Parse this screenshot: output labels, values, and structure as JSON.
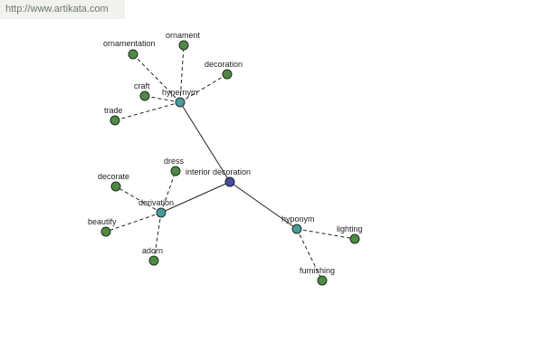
{
  "source": {
    "url_text": "http://www.artikata.com"
  },
  "colors": {
    "root": "#4a4f9a",
    "relation": "#4a9a9a",
    "leaf": "#4f8a45"
  },
  "graph": {
    "root": {
      "id": "interior-decoration",
      "label": "interior decoration"
    },
    "relations": [
      {
        "id": "hypernym",
        "label": "hypernym"
      },
      {
        "id": "derivation",
        "label": "derivation"
      },
      {
        "id": "hyponym",
        "label": "hyponym"
      }
    ],
    "leaves": [
      {
        "id": "ornamentation",
        "label": "ornamentation",
        "relation": "hypernym"
      },
      {
        "id": "ornament",
        "label": "ornament",
        "relation": "hypernym"
      },
      {
        "id": "decoration",
        "label": "decoration",
        "relation": "hypernym"
      },
      {
        "id": "craft",
        "label": "craft",
        "relation": "hypernym"
      },
      {
        "id": "trade",
        "label": "trade",
        "relation": "hypernym"
      },
      {
        "id": "dress",
        "label": "dress",
        "relation": "derivation"
      },
      {
        "id": "decorate",
        "label": "decorate",
        "relation": "derivation"
      },
      {
        "id": "beautify",
        "label": "beautify",
        "relation": "derivation"
      },
      {
        "id": "adorn",
        "label": "adorn",
        "relation": "derivation"
      },
      {
        "id": "lighting",
        "label": "lighting",
        "relation": "hyponym"
      },
      {
        "id": "furnishing",
        "label": "furnishing",
        "relation": "hyponym"
      }
    ]
  }
}
